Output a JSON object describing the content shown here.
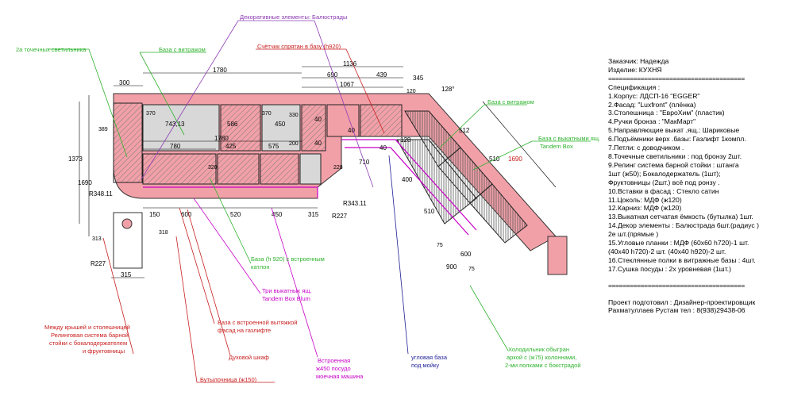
{
  "annotations": {
    "decor_balusters": "Декоративные элементы: Балюстрады",
    "showcase_base_top": "База с витражом",
    "meter_hidden": "Счётчик спрятан в базу (h920)",
    "spotlights": "2а точечных светильника",
    "showcase_base_right": "База с витражом",
    "base_tandembox": "База с выкатными ящ.",
    "base_tandembox_2": "Tandem Box",
    "base_builtin_catlon": "База (h 920) с встроенным",
    "base_builtin_catlon_2": "катлон",
    "three_drawers": "Три выкатных ящ.",
    "three_drawers_2": "Tandem Box Blum",
    "between_tabletop": "Между крышей и столешницей",
    "between_tabletop_2": "Релинговая система барной",
    "between_tabletop_3": "стойки с бокалодержателем",
    "between_tabletop_4": "и фруктовницы",
    "hood_base": "База с встроенной вытяжкой",
    "hood_base_2": "фасад на газлифте",
    "oven_cabinet": "Духовой шкаф",
    "dishwasher": "Встроенная",
    "dishwasher_2": "ж450 посудо",
    "dishwasher_3": "моечная машина",
    "corner_base": "угловая база",
    "corner_base_2": "под мойку",
    "fridge": "Холодильник обыгран",
    "fridge_2": "аркой с (ж75) колоннами,",
    "fridge_3": "2-ми полками с бокстрадой",
    "bottle_rack": "Бутылочница (ж150)"
  },
  "dimensions": {
    "d300": "300",
    "d1780": "1780",
    "d1136": "1136",
    "d690": "690",
    "d439": "439",
    "d345": "345",
    "d128": "128°",
    "d1067": "1067",
    "d120": "120",
    "d370a": "370",
    "d74313": "743,13",
    "d586": "586",
    "d370b": "370",
    "d450": "450",
    "d330": "330",
    "d389": "389",
    "d1780b": "1780",
    "d780": "780",
    "d425": "425",
    "d575": "575",
    "d200": "200",
    "d40a": "40",
    "d40b": "40",
    "d40c": "40",
    "d40d": "40",
    "d1373": "1373",
    "d1690": "1690",
    "d320": "320",
    "d710": "710",
    "d128b": "128",
    "d512": "512",
    "d510a": "510",
    "d1690b": "1690",
    "d400": "400",
    "d510b": "510",
    "d228": "228",
    "d150": "150",
    "d600": "600",
    "d520": "520",
    "d450b": "450",
    "d315": "315",
    "d318": "318",
    "d313": "313",
    "d315b": "315",
    "r34811": "R348.11",
    "r34311": "R343.11",
    "r227a": "R227",
    "r227b": "R227",
    "d600b": "600",
    "d900": "900",
    "d75a": "75",
    "d75b": "75"
  },
  "spec": {
    "customer": "Заказчик: Надежда",
    "item": "Изделие: КУХНЯ",
    "sep1": "======================================",
    "heading": "Спецификация :",
    "lines": [
      "1.Корпус: ЛДСП-16 \"EGGER\"",
      "2.Фасад: \"Luxfront\" (плёнка)",
      "3.Столешница : \"ЕвроХим\" (пластик)",
      "4.Ручки бронза : \"МакМарт\"",
      "5.Направляющие выкат .ящ.: Шариковые",
      "6.Подъёмники верх .базы: Газлифт 1компл.",
      "7.Петли: с доводчиком .",
      "8.Точечные светильники : под бронзу 2шт.",
      "9.Релинг система барной стойки : штанга",
      "1шт (ж50); Бокалодержатель (1шт);",
      "Фруктовницы (2шт.) всё под ронзу .",
      "10.Вставки в фасад : Стекло сатин",
      "11.Цоколь: МДФ (ж120)",
      "12.Карниз: МДФ (ж120)",
      "13.Выкатная сетчатая ёмкость (бутылка) 1шт.",
      "14.Декор элементы : Балюстрада 6шт.(радиус )",
      "     2е шт.(прямые )",
      "15.Угловые планки : МДФ (60х60 h720)-1 шт.",
      "  (40х40 h720)-2 шт. (40х40 h920)-2 шт.",
      "16.Стеклянные полки в витражные базы : 4шт.",
      "17.Сушка посуды : 2х уровневая (1шт.)"
    ],
    "sep2": "======================================",
    "prepared": "Проект подготовил : Дизайнер-проектировщик",
    "designer": "Рахматуллаев Рустам тел : 8(938)29438-06"
  },
  "colors": {
    "counter": "#f2a0a8",
    "magenta": "#c800c8",
    "purple": "#8c3cb4",
    "green": "#2db22d",
    "red": "#c81e1e",
    "navy": "#1e1e96",
    "hatch": "#7a7a7a"
  }
}
